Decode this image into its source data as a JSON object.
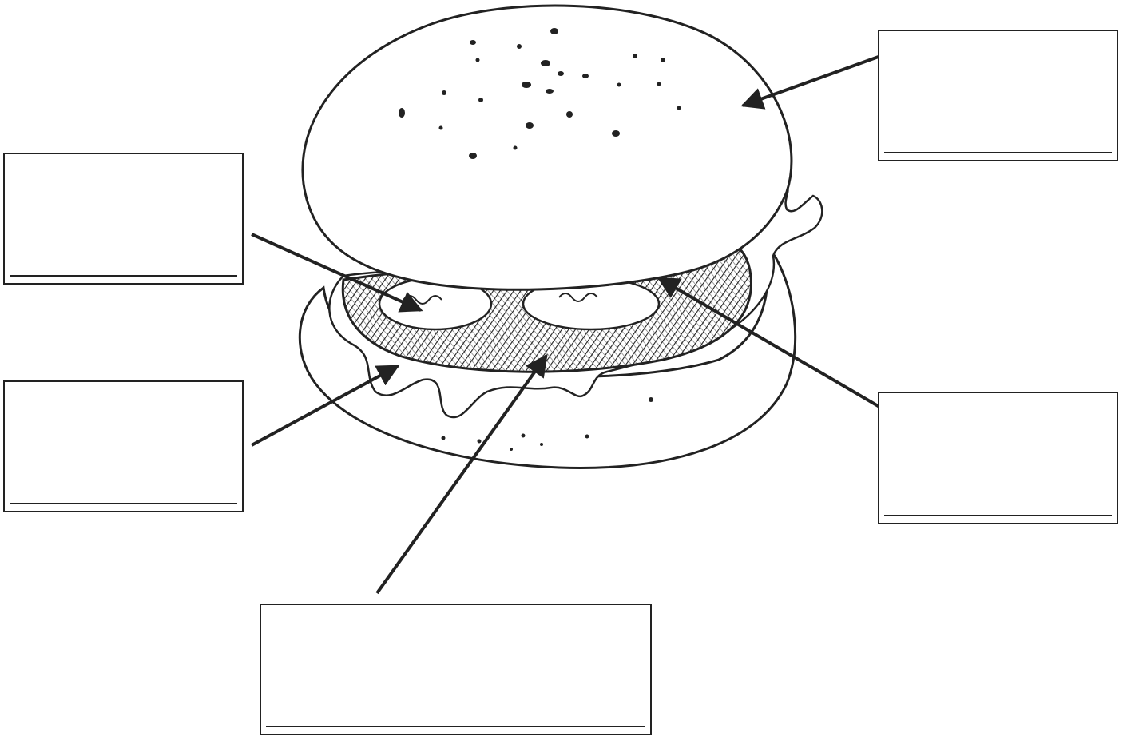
{
  "diagram": {
    "subject": "hamburger",
    "colors": {
      "ink": "#222222",
      "paper": "#ffffff"
    },
    "labels": [
      {
        "id": "top-right",
        "text": "",
        "points_to": "top bun"
      },
      {
        "id": "upper-left",
        "text": "",
        "points_to": "tomato"
      },
      {
        "id": "lower-left",
        "text": "",
        "points_to": "lettuce"
      },
      {
        "id": "right",
        "text": "",
        "points_to": "patty"
      },
      {
        "id": "bottom",
        "text": "",
        "points_to": "patty"
      }
    ]
  }
}
